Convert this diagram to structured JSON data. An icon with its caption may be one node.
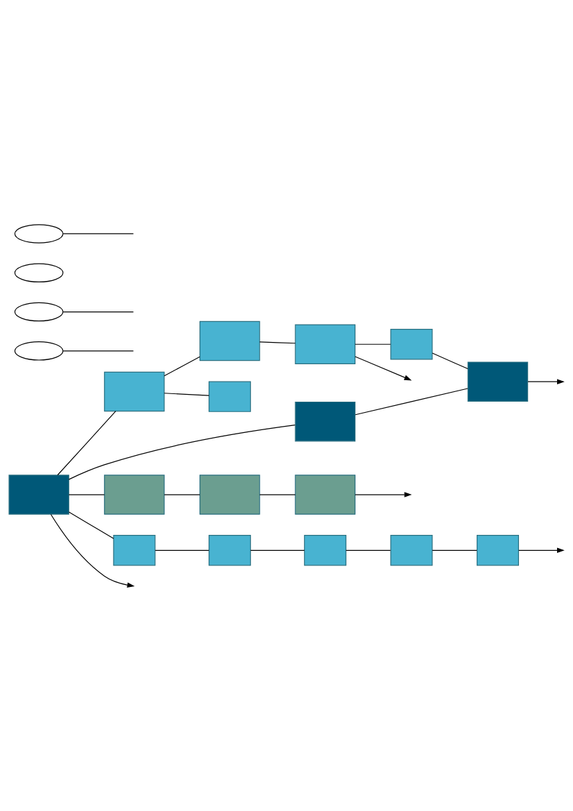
{
  "diagram": {
    "nodes": [
      {
        "text": [],
        "shape": "box"
      },
      {
        "text": [],
        "shape": "box"
      },
      {
        "text": [],
        "shape": "box"
      },
      {
        "text": [],
        "shape": "box"
      },
      {
        "text": [],
        "shape": "box"
      },
      {
        "text": [],
        "shape": "box"
      },
      {
        "text": [],
        "shape": "box"
      },
      {
        "text": [],
        "shape": "box"
      },
      {
        "text": [],
        "shape": "box"
      },
      {
        "text": [],
        "shape": "box"
      },
      {
        "text": [],
        "shape": "box"
      },
      {
        "text": [],
        "shape": "ellipse"
      },
      {
        "text": [],
        "shape": "ellipse"
      },
      {
        "text": [],
        "shape": "ellipse"
      },
      {
        "text": [],
        "shape": "ellipse"
      },
      {
        "text": [],
        "shape": "box"
      },
      {
        "text": [],
        "shape": "box"
      },
      {
        "text": [],
        "shape": "box"
      },
      {
        "text": [],
        "shape": "box"
      },
      {
        "text": [],
        "shape": "box"
      }
    ],
    "edges": [
      {
        "from": 5,
        "to": 0,
        "arrow": "none"
      },
      {
        "from": 0,
        "to": 1,
        "arrow": "none"
      },
      {
        "from": 1,
        "to": 2,
        "arrow": "none"
      },
      {
        "from": 2,
        "to": null,
        "arrow": "to"
      },
      {
        "from": 0,
        "to": 3,
        "arrow": "none"
      },
      {
        "from": 2,
        "to": 4,
        "arrow": "none"
      },
      {
        "from": 4,
        "to": 7,
        "arrow": "none"
      },
      {
        "from": 5,
        "to": 6,
        "arrow": "none"
      },
      {
        "from": 6,
        "to": 7,
        "arrow": "none"
      },
      {
        "from": 7,
        "to": null,
        "arrow": "to"
      },
      {
        "from": 5,
        "to": 8,
        "arrow": "none"
      },
      {
        "from": 8,
        "to": 9,
        "arrow": "none"
      },
      {
        "from": 9,
        "to": 10,
        "arrow": "none"
      },
      {
        "from": 10,
        "to": null,
        "arrow": "to"
      },
      {
        "from": 5,
        "to": null,
        "arrow": "to"
      },
      {
        "from": 11,
        "to": null,
        "arrow": "none"
      },
      {
        "from": 13,
        "to": null,
        "arrow": "none"
      },
      {
        "from": 14,
        "to": null,
        "arrow": "none"
      },
      {
        "from": 5,
        "to": 15,
        "arrow": "none"
      },
      {
        "from": 15,
        "to": 16,
        "arrow": "none"
      },
      {
        "from": 16,
        "to": 17,
        "arrow": "none"
      },
      {
        "from": 17,
        "to": 18,
        "arrow": "none"
      },
      {
        "from": 18,
        "to": 19,
        "arrow": "none"
      },
      {
        "from": 19,
        "to": null,
        "arrow": "to"
      }
    ]
  }
}
